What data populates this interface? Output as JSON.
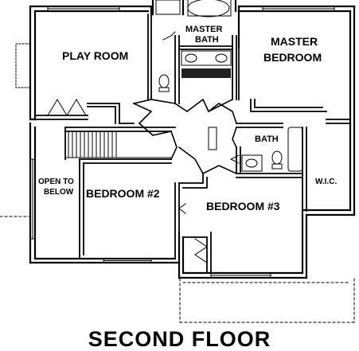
{
  "floor_title": "SECOND FLOOR",
  "rooms": {
    "play_room": "PLAY ROOM",
    "master_bath_line1": "MASTER",
    "master_bath_line2": "BATH",
    "master_bedroom_line1": "MASTER",
    "master_bedroom_line2": "BEDROOM",
    "bath": "BATH",
    "open_to_below_line1": "OPEN TO",
    "open_to_below_line2": "BELOW",
    "bedroom_2": "BEDROOM #2",
    "bedroom_3": "BEDROOM #3",
    "wic": "W.I.C."
  }
}
